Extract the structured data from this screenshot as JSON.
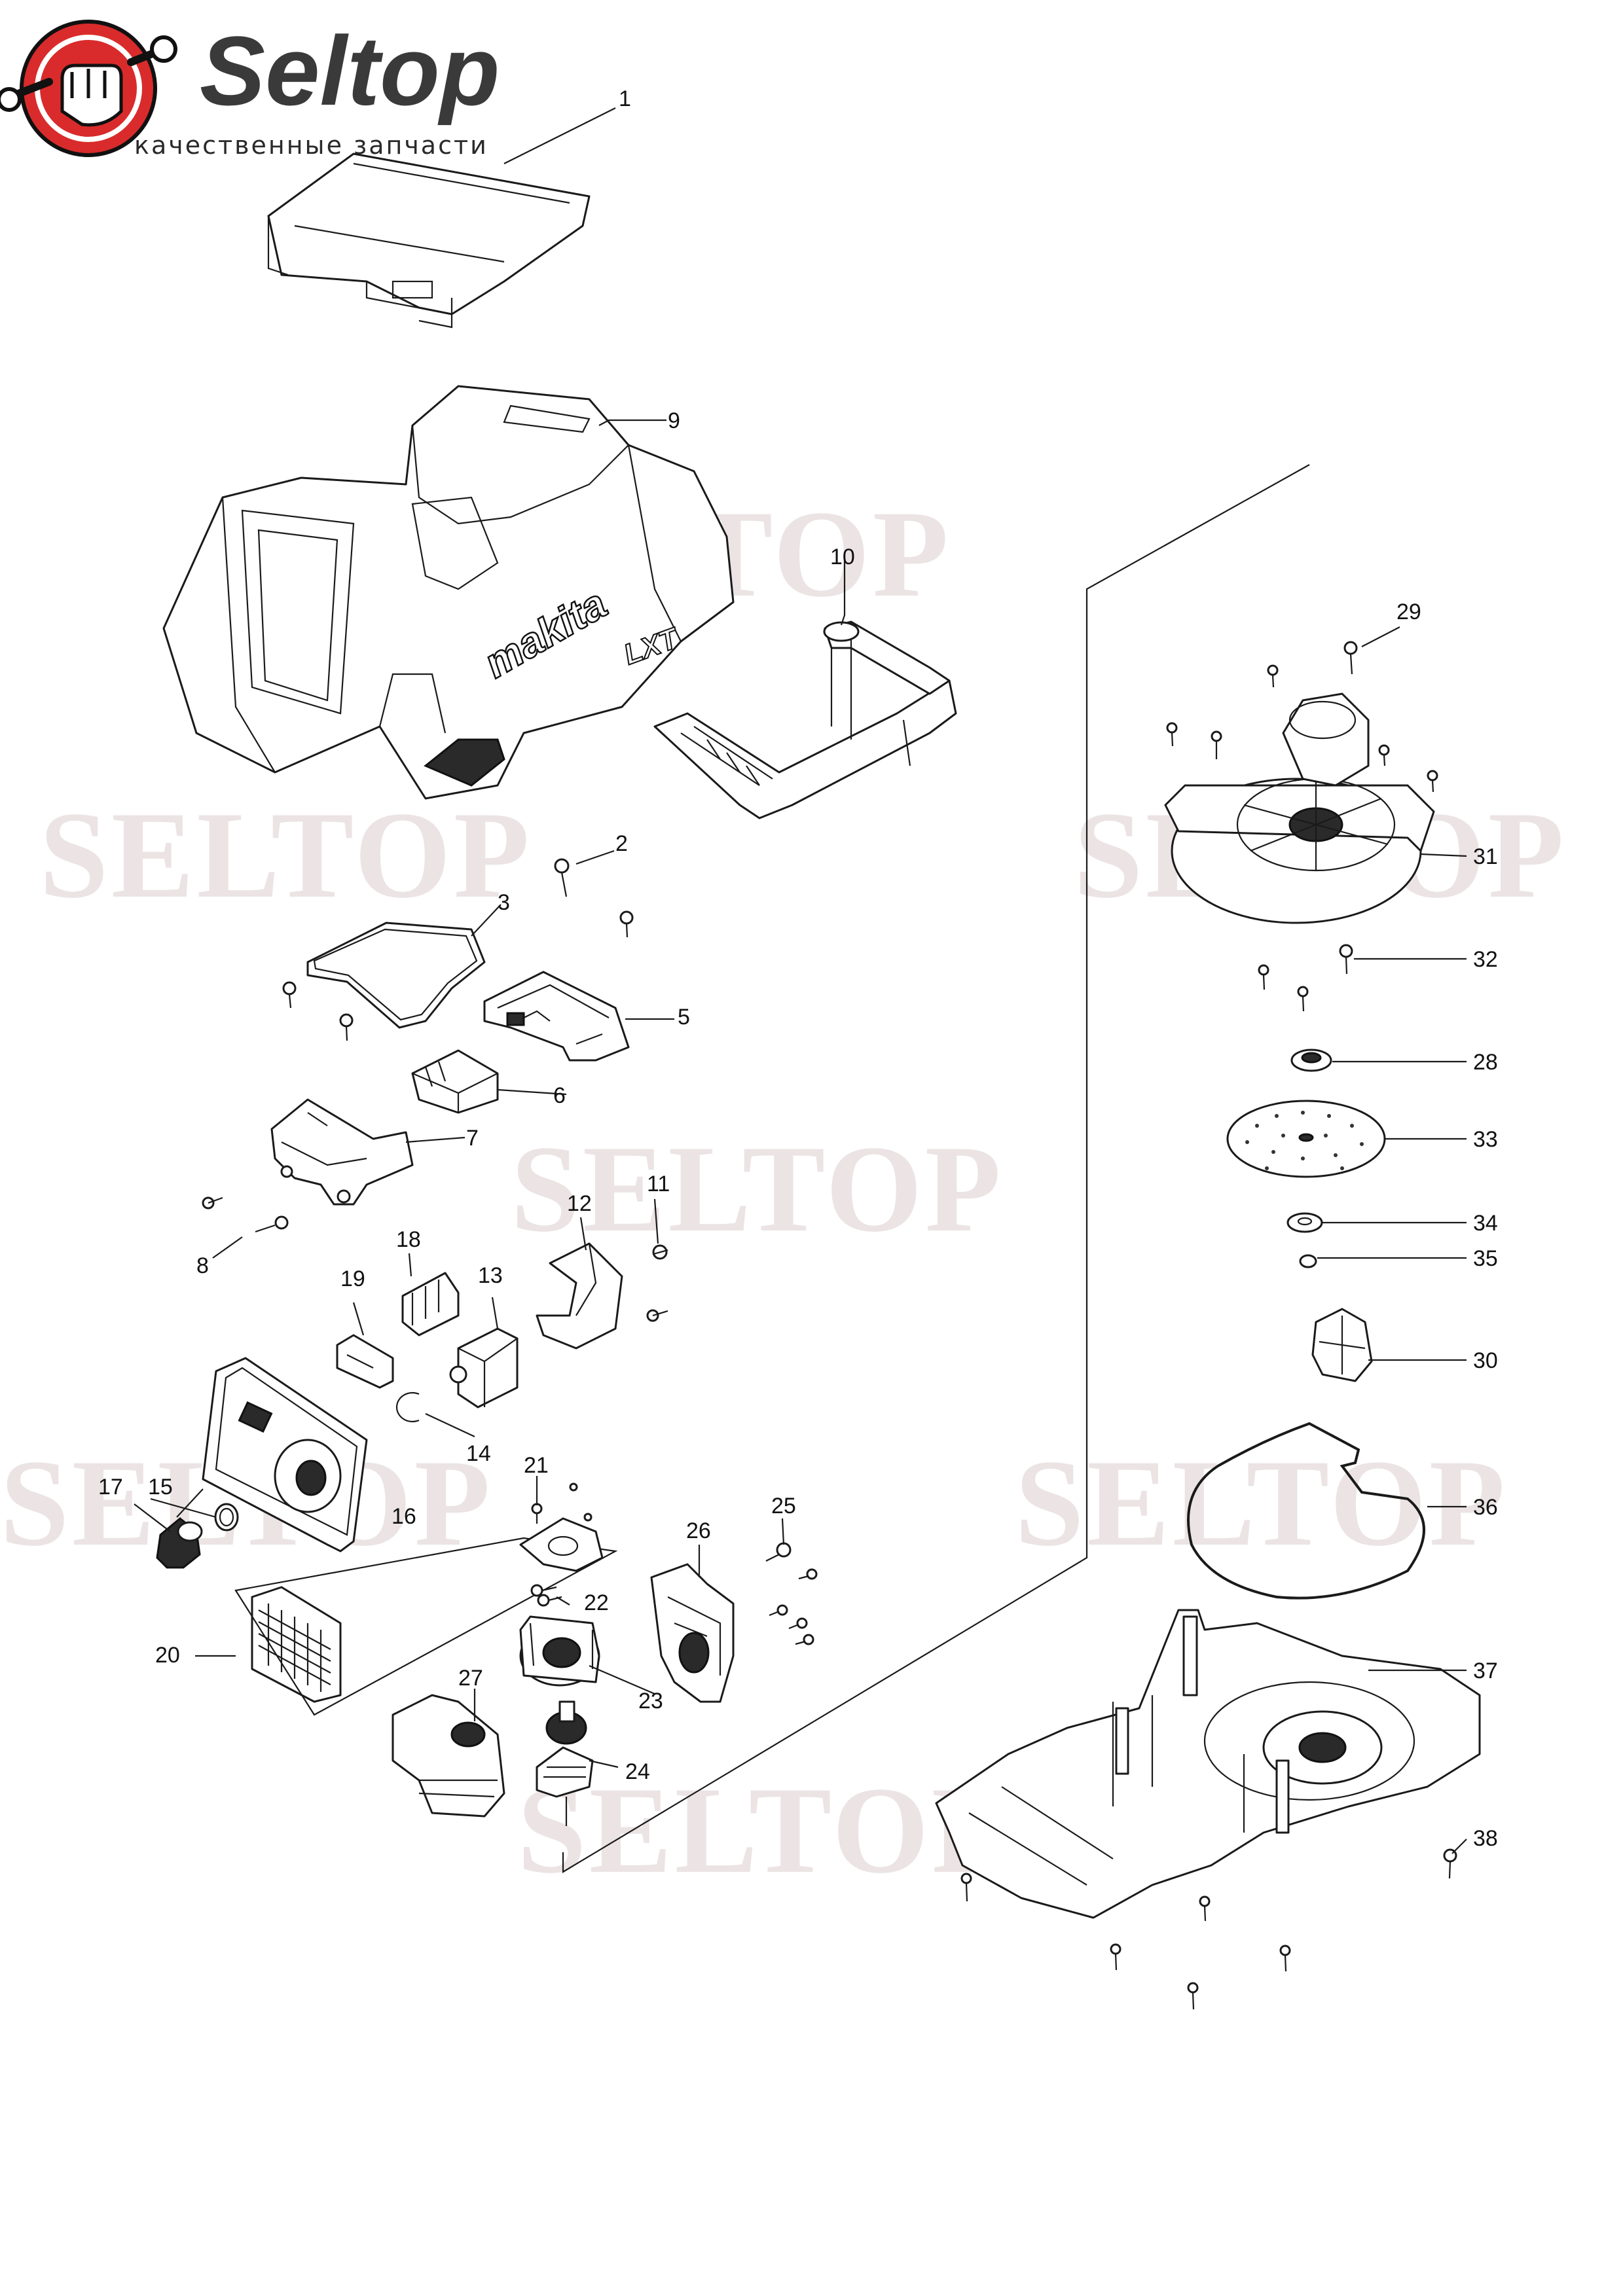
{
  "brand": {
    "name": "Seltop",
    "tagline": "качественные запчасти",
    "logo_color": "#d92b2b"
  },
  "watermark": {
    "text": "SELTOP",
    "color": "#d6c4c4"
  },
  "product_marks": {
    "maker": "makita",
    "platform": "LXT"
  },
  "callouts": [
    "1",
    "2",
    "3",
    "5",
    "6",
    "7",
    "8",
    "9",
    "10",
    "11",
    "12",
    "13",
    "14",
    "15",
    "16",
    "17",
    "18",
    "19",
    "20",
    "21",
    "22",
    "23",
    "24",
    "25",
    "26",
    "27",
    "28",
    "29",
    "30",
    "31",
    "32",
    "33",
    "34",
    "35",
    "36",
    "37",
    "38"
  ]
}
